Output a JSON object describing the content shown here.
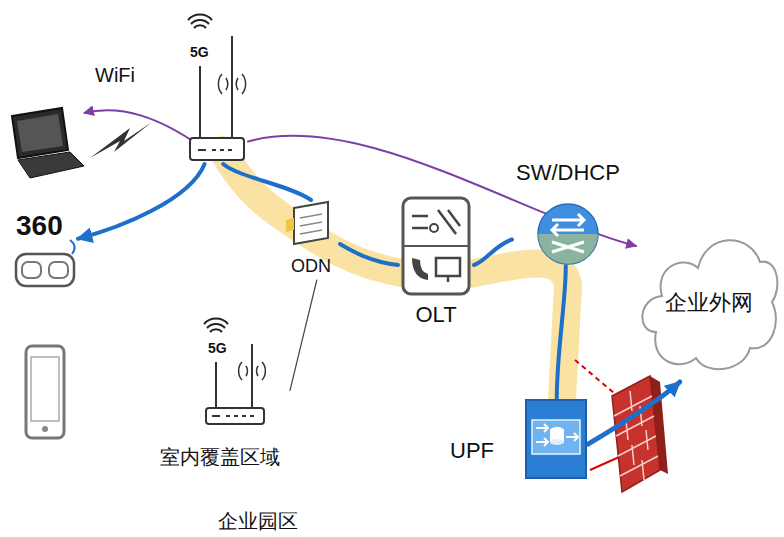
{
  "diagram": {
    "nodes": [
      {
        "text": [
          "ODN"
        ]
      },
      {
        "text": [
          "OLT"
        ]
      },
      {
        "text": [
          "SW/DHCP"
        ]
      },
      {
        "text": [
          "UPF"
        ]
      },
      {
        "text": [
          "企业外网"
        ]
      },
      {
        "text": [
          "5G"
        ]
      },
      {
        "text": [
          "5G",
          "室内覆盖区域"
        ]
      },
      {
        "text": [
          "360"
        ]
      }
    ],
    "edges": [
      {
        "from": 3,
        "to": 2,
        "arrow": "none"
      },
      {
        "from": 2,
        "to": 1,
        "arrow": "none"
      },
      {
        "from": 1,
        "to": 0,
        "arrow": "none"
      },
      {
        "from": 0,
        "to": 5,
        "arrow": "none"
      },
      {
        "from": 5,
        "to": 7,
        "arrow": "to"
      },
      {
        "from": 5,
        "to": 4,
        "arrow": "to"
      },
      {
        "from": 3,
        "to": 4,
        "arrow": "to"
      },
      {
        "from": 0,
        "to": 6,
        "arrow": "none"
      }
    ],
    "labels": [
      "WiFi",
      "企业园区"
    ]
  }
}
